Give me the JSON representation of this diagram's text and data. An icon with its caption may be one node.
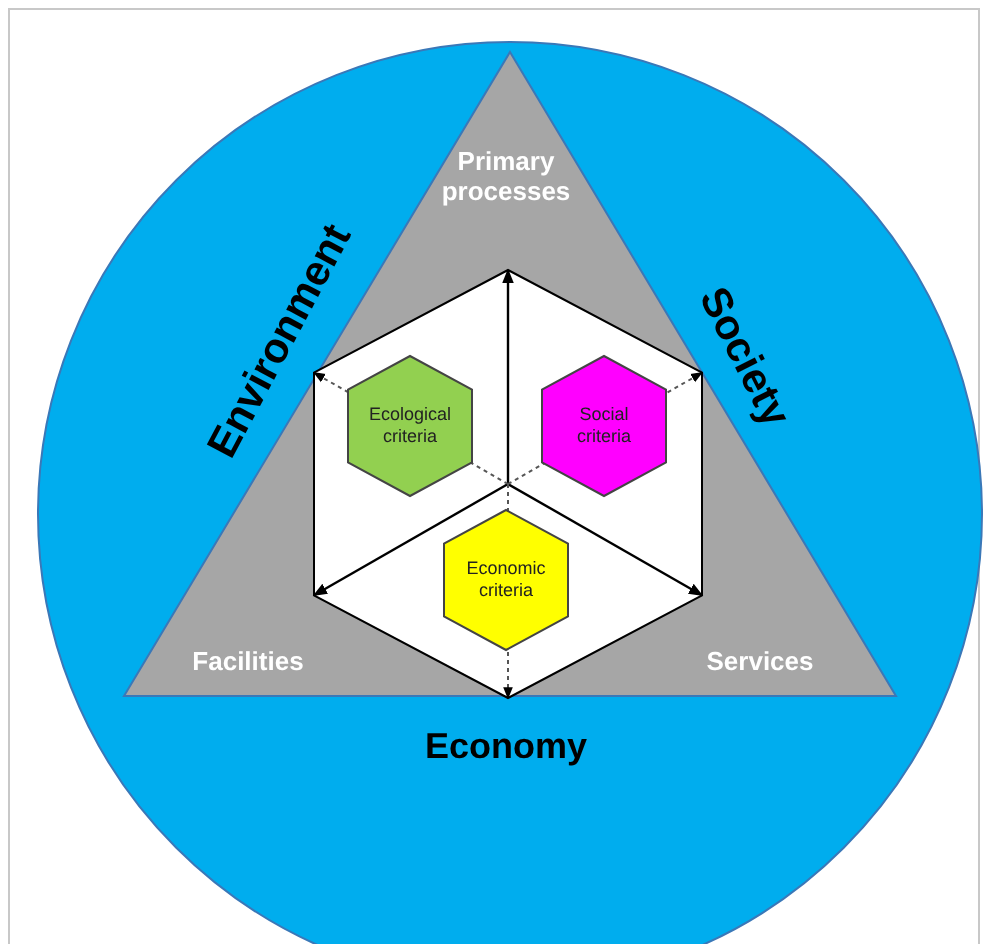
{
  "diagram": {
    "nodes": [
      {
        "text": [
          "Environment",
          "Society",
          "Economy"
        ]
      },
      {
        "text": [
          "Primary processes",
          "Facilities",
          "Services"
        ],
        "in": 0
      },
      {
        "text": [],
        "shape": "hexagon",
        "in": 1
      },
      {
        "text": [
          "Ecological criteria"
        ],
        "in": 2
      },
      {
        "text": [
          "Social criteria"
        ],
        "in": 2
      },
      {
        "text": [
          "Economic criteria"
        ],
        "in": 2
      }
    ]
  }
}
